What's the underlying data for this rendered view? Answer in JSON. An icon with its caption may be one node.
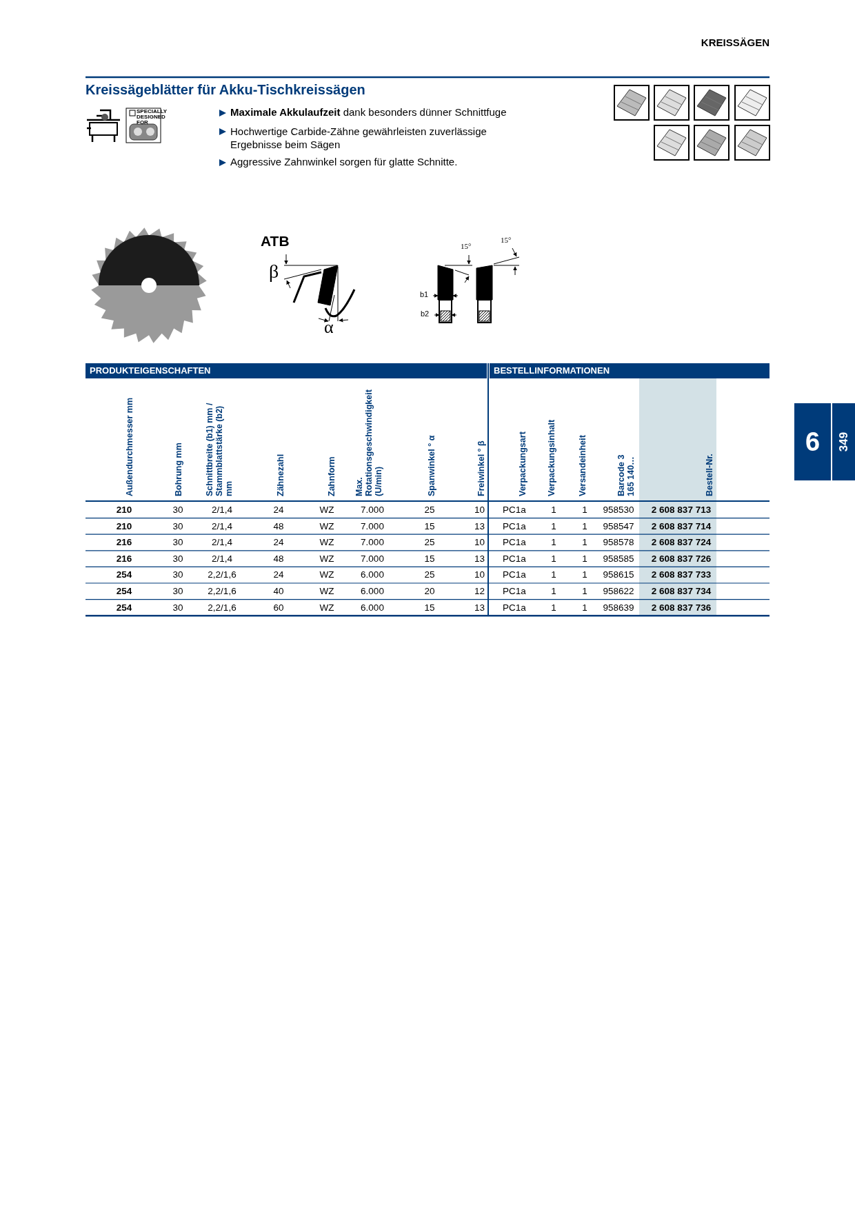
{
  "diagram": {
    "title": "Kreissägeblätter für Akku-Tischkreissägen",
    "labels": [
      "KREISSÄGEN",
      "SPECIALLY DESIGNED FOR",
      "**Maximale Akkulaufzeit** dank besonders dünner Schnittfuge",
      "Hochwertige Carbide-Zähne gewährleisten zuverlässige Ergebnisse beim Sägen",
      "Aggressive Zahnwinkel sorgen für glatte Schnitte.",
      "ATB",
      "β",
      "α",
      "15°",
      "15°",
      "b1",
      "b2",
      "PRODUKTEIGENSCHAFTEN",
      "BESTELLINFORMATIONEN",
      "Außendurchmesser mm",
      "Bohrung mm",
      "Schnittbreite (b1) mm / Stammblattstärke (b2) mm",
      "Zähnezahl",
      "Zahnform",
      "Max. Rotationsgeschwindigkeit (U/min)",
      "Spanwinkel ° α",
      "Freiwinkel ° β",
      "Verpackungsart",
      "Verpackungsinhalt",
      "Versandeinheit",
      "Barcode 3 165 140…",
      "Bestell-Nr.",
      "210",
      "30",
      "2/1,4",
      "24",
      "WZ",
      "7.000",
      "25",
      "10",
      "PC1a",
      "1",
      "1",
      "958530",
      "2 608 837 713",
      "210",
      "30",
      "2/1,4",
      "48",
      "WZ",
      "7.000",
      "15",
      "13",
      "PC1a",
      "1",
      "1",
      "958547",
      "2 608 837 714",
      "216",
      "30",
      "2/1,4",
      "24",
      "WZ",
      "7.000",
      "25",
      "10",
      "PC1a",
      "1",
      "1",
      "958578",
      "2 608 837 724",
      "216",
      "30",
      "2/1,4",
      "48",
      "WZ",
      "7.000",
      "15",
      "13",
      "PC1a",
      "1",
      "1",
      "958585",
      "2 608 837 726",
      "254",
      "30",
      "2,2/1,6",
      "24",
      "WZ",
      "6.000",
      "25",
      "10",
      "PC1a",
      "1",
      "1",
      "958615",
      "2 608 837 733",
      "254",
      "30",
      "2,2/1,6",
      "40",
      "WZ",
      "6.000",
      "20",
      "12",
      "PC1a",
      "1",
      "1",
      "958622",
      "2 608 837 734",
      "254",
      "30",
      "2,2/1,6",
      "60",
      "WZ",
      "6.000",
      "15",
      "13",
      "PC1a",
      "1",
      "1",
      "958639",
      "2 608 837 736",
      "6",
      "349"
    ]
  }
}
